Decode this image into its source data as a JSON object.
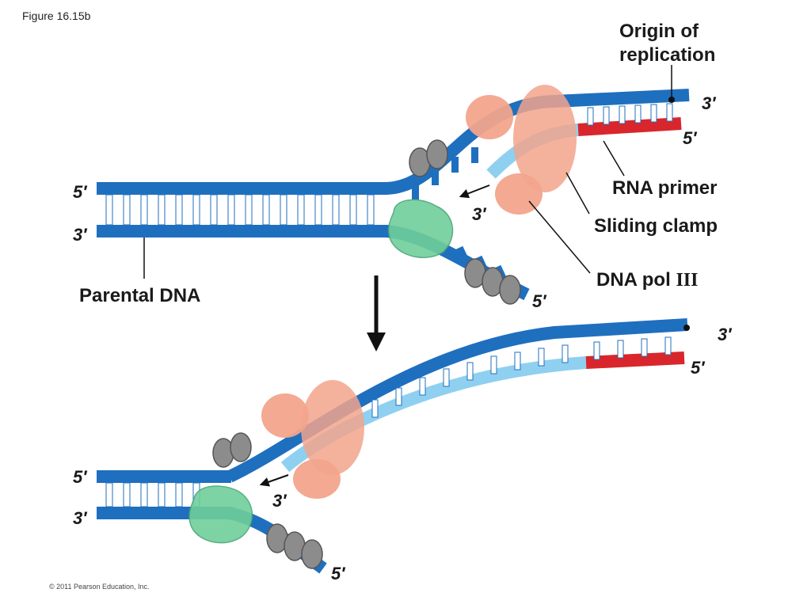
{
  "figure_label": "Figure 16.15b",
  "labels": {
    "origin": [
      "Origin of",
      "replication"
    ],
    "rna_primer": "RNA primer",
    "sliding_clamp": "Sliding clamp",
    "dna_pol_prefix": "DNA pol",
    "dna_pol_numeral": "III",
    "parental_dna": "Parental DNA"
  },
  "strand_ends": {
    "top": {
      "right_upper": "3′",
      "right_lower": "5′",
      "left_upper": "5′",
      "left_lower": "3′",
      "fork": "3′",
      "tail": "5′"
    },
    "bottom": {
      "right_upper": "3′",
      "right_lower": "5′",
      "left_upper": "5′",
      "left_lower": "3′",
      "fork": "3′",
      "tail": "5′"
    }
  },
  "copyright": "© 2011 Pearson Education, Inc.",
  "colors": {
    "parental_strand": "#1f6fbf",
    "new_strand": "#8fd0f0",
    "rna_primer": "#d8262c",
    "sliding_clamp": "#f2a48c",
    "dna_pol": "#6fcf9a",
    "ssb_protein": "#8c8c8c"
  }
}
